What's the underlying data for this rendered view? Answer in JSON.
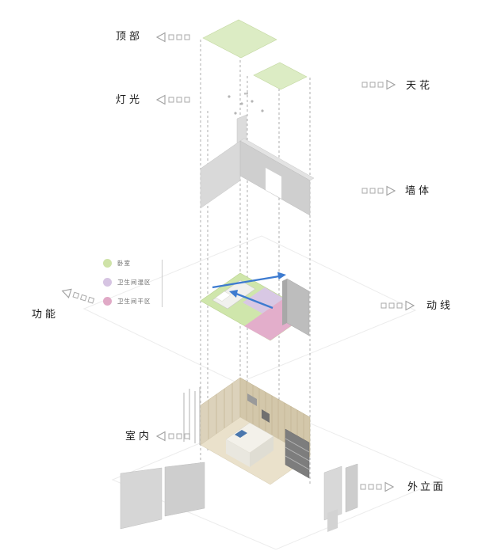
{
  "labels": {
    "top": "顶部",
    "ceiling": "天花",
    "lighting": "灯光",
    "wall": "墙体",
    "function": "功能",
    "circulation": "动线",
    "interior": "室内",
    "facade": "外立面"
  },
  "legend": {
    "items": [
      {
        "label": "卧室",
        "color": "#cfe3a8"
      },
      {
        "label": "卫生间湿区",
        "color": "#d6c4e2"
      },
      {
        "label": "卫生间干区",
        "color": "#e0a9c6"
      }
    ]
  },
  "icons": {
    "dashed-arrow-left": "open chevron arrowhead with trailing dash squares, pointing left",
    "dashed-arrow-right": "open chevron arrowhead with trailing dash squares, pointing right"
  },
  "colors": {
    "ceiling": "#dcecc4",
    "floor-green": "#cfe6ab",
    "zone-wet": "#d8c8e4",
    "zone-dry": "#e3aecb",
    "accent-blue": "#3d7bd0",
    "wood-light": "#dcd2bb",
    "wood-mid": "#d3c7aa",
    "wood-floor": "#eae1cb",
    "wall-gray": "#d4d4d4",
    "facade-gray": "#d3d3d3",
    "dash": "#9b9b9b",
    "label": "#1a1a1a"
  }
}
